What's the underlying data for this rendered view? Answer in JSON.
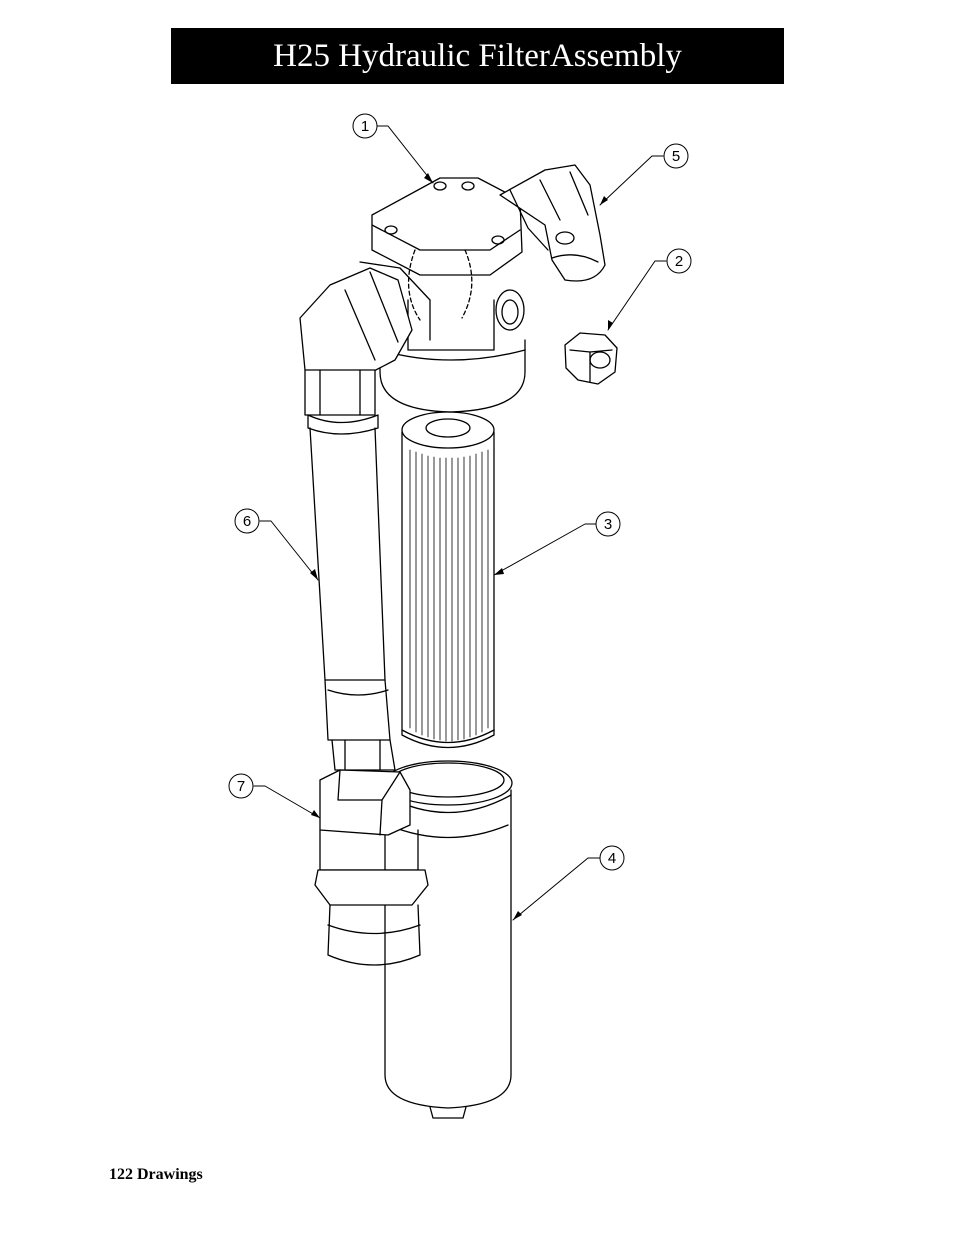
{
  "page": {
    "title": "H25 Hydraulic FilterAssembly",
    "footer": "122 Drawings"
  },
  "callouts": [
    "1",
    "2",
    "3",
    "4",
    "5",
    "6",
    "7"
  ],
  "colors": {
    "ink": "#000000",
    "paper": "#ffffff"
  }
}
